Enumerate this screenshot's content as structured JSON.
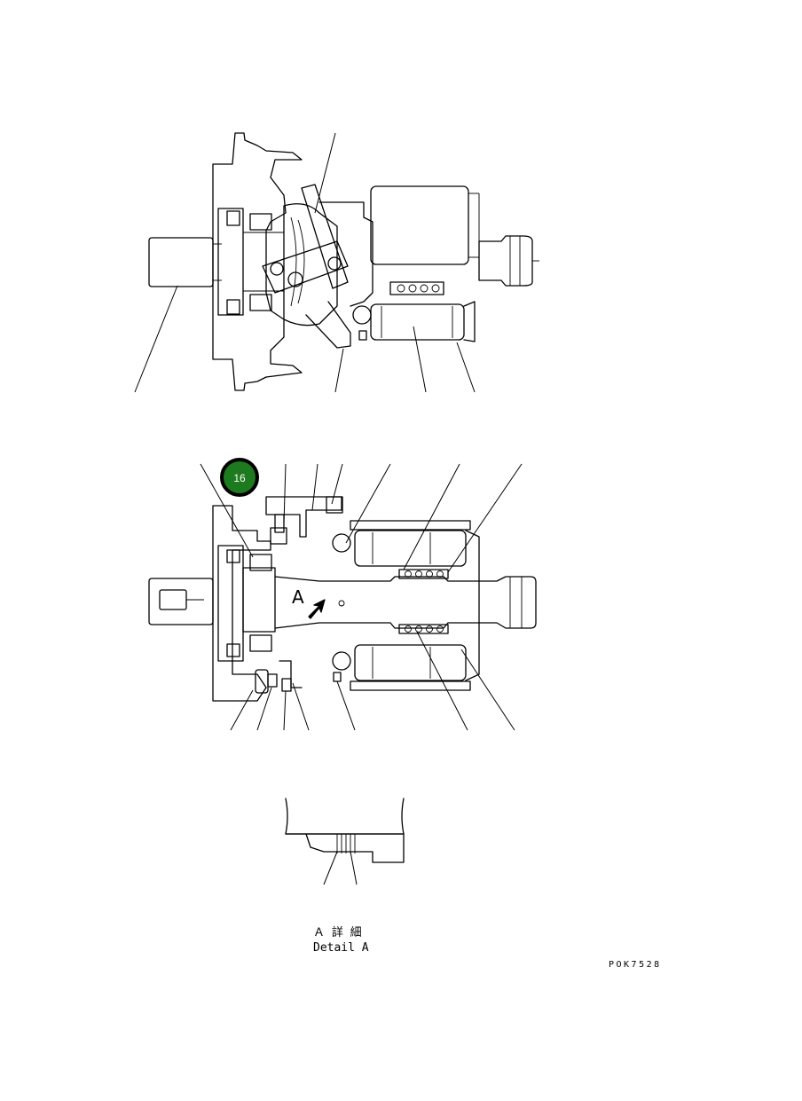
{
  "badge": {
    "label": "16",
    "color": "#1e7a1e"
  },
  "view_marker": "A",
  "detail": {
    "jp": "Ａ 詳 細",
    "en": "Detail A"
  },
  "drawing_code": "POK7528"
}
